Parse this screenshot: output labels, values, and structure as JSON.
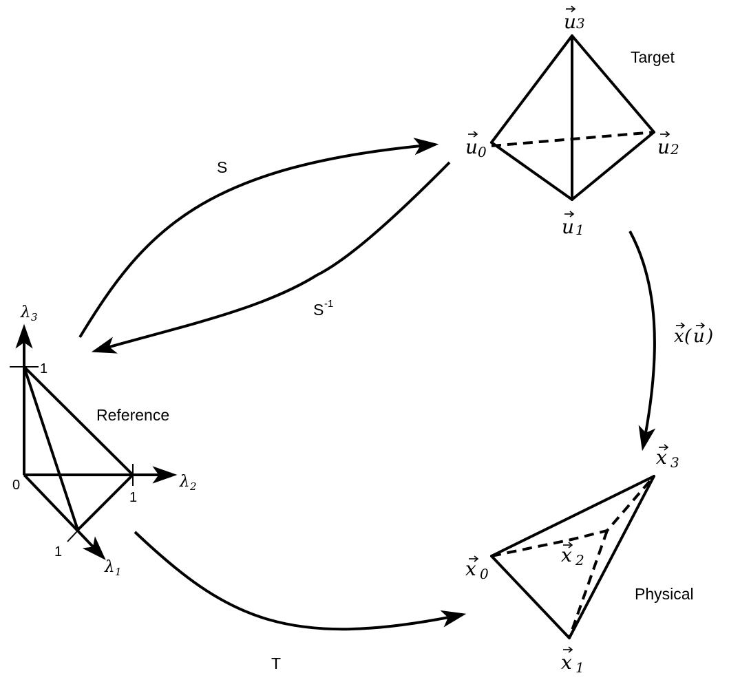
{
  "regions": {
    "target": "Target",
    "reference": "Reference",
    "physical": "Physical"
  },
  "maps": {
    "s": "S",
    "s_inverse_base": "S",
    "s_inverse_exp": "-1",
    "t": "T",
    "x_of_u": "x(u)"
  },
  "vertices": {
    "target": [
      {
        "base": "u",
        "sub": "0"
      },
      {
        "base": "u",
        "sub": "1"
      },
      {
        "base": "u",
        "sub": "2"
      },
      {
        "base": "u",
        "sub": "3"
      }
    ],
    "physical": [
      {
        "base": "x",
        "sub": "0"
      },
      {
        "base": "x",
        "sub": "1"
      },
      {
        "base": "x",
        "sub": "2"
      },
      {
        "base": "x",
        "sub": "3"
      }
    ]
  },
  "reference_axes": {
    "lambda1": {
      "base": "λ",
      "sub": "1"
    },
    "lambda2": {
      "base": "λ",
      "sub": "2"
    },
    "lambda3": {
      "base": "λ",
      "sub": "3"
    },
    "origin": "0",
    "tick1_l3": "1",
    "tick1_l2": "1",
    "tick1_l1": "1"
  }
}
